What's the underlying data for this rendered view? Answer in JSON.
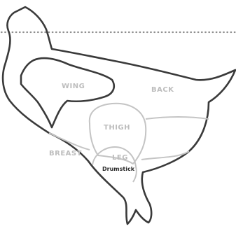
{
  "diagram": {
    "labels": {
      "wing": "WING",
      "back": "BACK",
      "thigh": "THIGH",
      "breast": "BREAST",
      "leg": "LEG",
      "drumstick": "Drumstick"
    },
    "colors": {
      "outline": "#3a3a3a",
      "inner_lines": "#c4c4c4",
      "labels": "#bdbdbd",
      "background": "#ffffff"
    }
  }
}
